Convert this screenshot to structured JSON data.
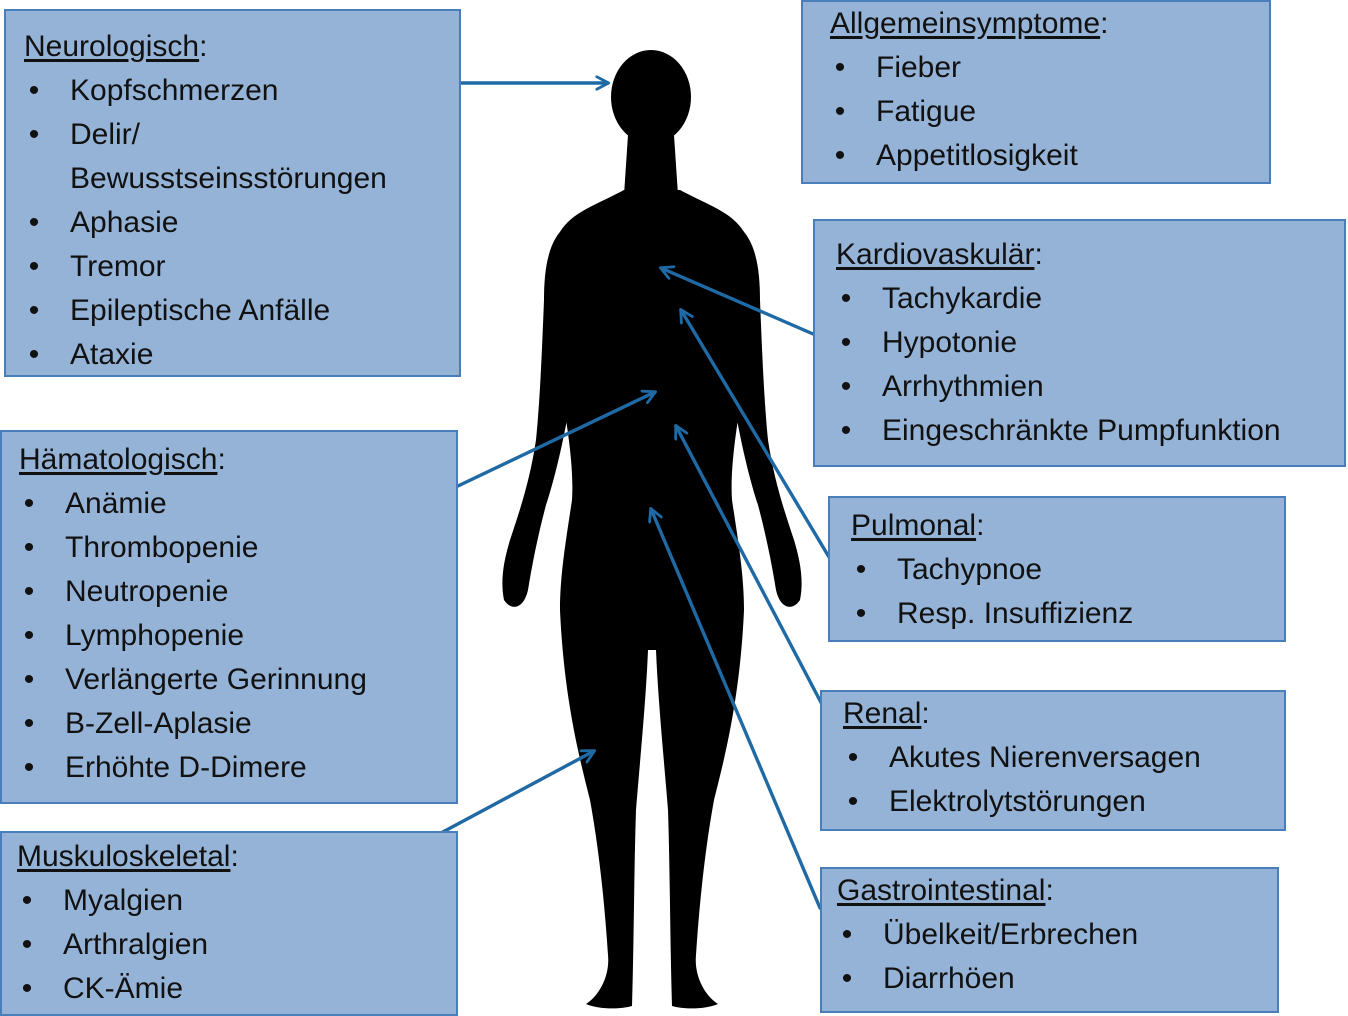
{
  "colors": {
    "box_fill": "#95b3d7",
    "box_border": "#4a7ebb",
    "arrow": "#1f6aa5",
    "silhouette": "#000000",
    "text": "#111111"
  },
  "icons": {
    "bullet": "•",
    "silhouette": "human-silhouette-icon"
  },
  "boxes": {
    "neuro": {
      "title": "Neurologisch",
      "items": [
        "Kopfschmerzen",
        "Delir/",
        "Bewusstseinsstörungen",
        "Aphasie",
        "Tremor",
        "Epileptische Anfälle",
        "Ataxie"
      ]
    },
    "allg": {
      "title": "Allgemeinsymptome",
      "items": [
        "Fieber",
        "Fatigue",
        "Appetitlosigkeit"
      ]
    },
    "kardio": {
      "title": "Kardiovaskulär",
      "items": [
        "Tachykardie",
        "Hypotonie",
        "Arrhythmien",
        "Eingeschränkte Pumpfunktion"
      ]
    },
    "haema": {
      "title": "Hämatologisch",
      "items": [
        "Anämie",
        "Thrombopenie",
        "Neutropenie",
        "Lymphopenie",
        "Verlängerte Gerinnung",
        "B-Zell-Aplasie",
        "Erhöhte D-Dimere"
      ]
    },
    "pulm": {
      "title": "Pulmonal",
      "items": [
        "Tachypnoe",
        "Resp. Insuffizienz"
      ]
    },
    "renal": {
      "title": "Renal",
      "items": [
        "Akutes Nierenversagen",
        "Elektrolytstörungen"
      ]
    },
    "muskulo": {
      "title": "Muskuloskeletal",
      "items": [
        "Myalgien",
        "Arthralgien",
        "CK-Ämie"
      ]
    },
    "gastro": {
      "title": "Gastrointestinal",
      "items": [
        "Übelkeit/Erbrechen",
        "Diarrhöen"
      ]
    }
  }
}
